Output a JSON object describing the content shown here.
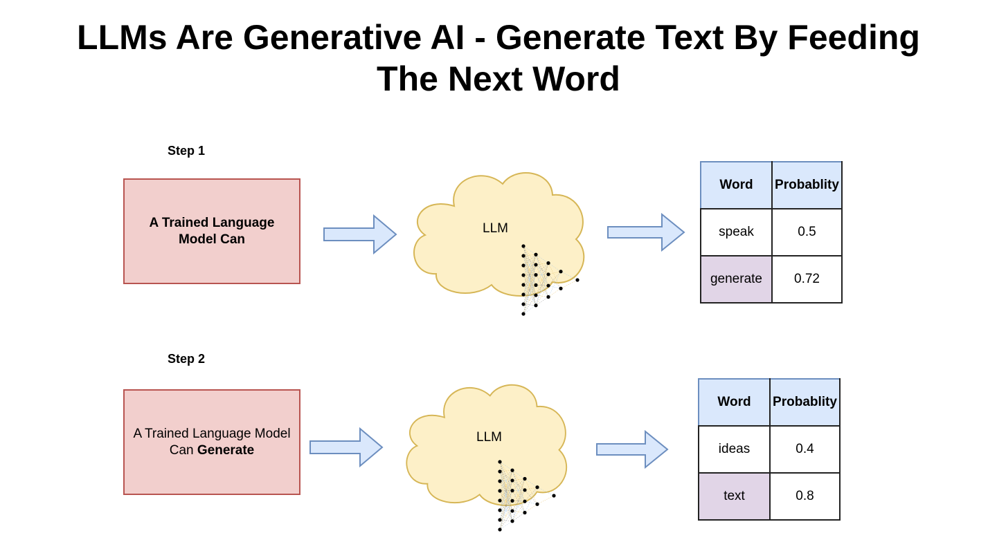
{
  "title": "LLMs Are Generative AI - Generate Text By Feeding The Next Word",
  "steps": [
    {
      "label": "Step 1",
      "input_line1": "A Trained Language",
      "input_line2": "Model Can",
      "llm_label": "LLM",
      "table": {
        "headers": [
          "Word",
          "Probablity"
        ],
        "rows": [
          {
            "word": "speak",
            "prob": "0.5",
            "highlight": false
          },
          {
            "word": "generate",
            "prob": "0.72",
            "highlight": true
          }
        ]
      }
    },
    {
      "label": "Step 2",
      "input_line1": "A Trained Language Model",
      "input_line2_prefix": "Can ",
      "input_line2_bold": "Generate",
      "llm_label": "LLM",
      "table": {
        "headers": [
          "Word",
          "Probablity"
        ],
        "rows": [
          {
            "word": "ideas",
            "prob": "0.4",
            "highlight": false
          },
          {
            "word": "text",
            "prob": "0.8",
            "highlight": true
          }
        ]
      }
    }
  ],
  "colors": {
    "input_fill": "#f2cfcd",
    "input_stroke": "#b85450",
    "arrow_fill": "#dae8fc",
    "arrow_stroke": "#6c8ebf",
    "cloud_fill": "#fdf0c8",
    "cloud_stroke": "#d6b656",
    "header_fill": "#dae8fc",
    "highlight_fill": "#e1d5e7"
  },
  "icons": [
    "arrow-right-icon",
    "cloud-shape",
    "neural-network-icon"
  ]
}
